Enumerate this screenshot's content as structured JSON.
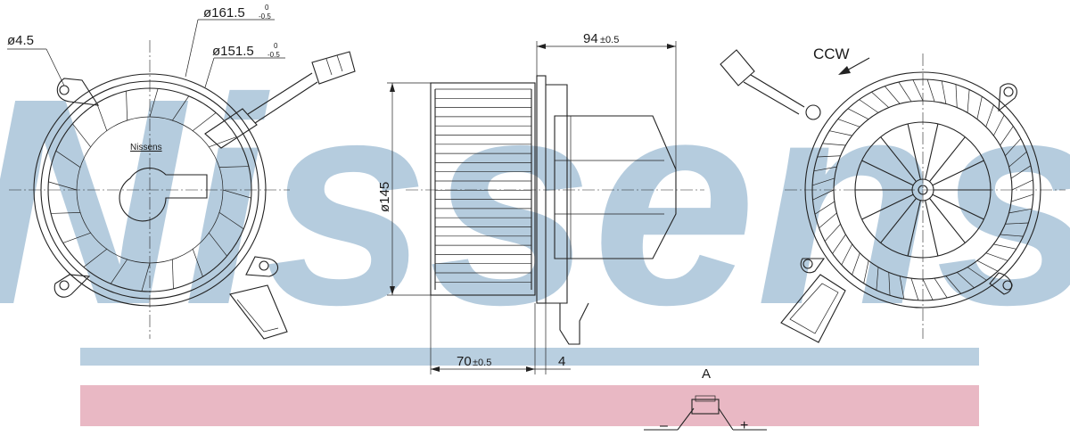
{
  "watermark": {
    "text": "Nissens",
    "color": "#a9c4d9",
    "band_top_color": "#b9cfe0",
    "band_bottom_color": "#e9b8c4"
  },
  "front_view": {
    "hole_dia": "ø4.5",
    "outer_dia": "ø161.5",
    "outer_tol_upper": "0",
    "outer_tol_lower": "-0.5",
    "inner_dia": "ø151.5",
    "inner_tol_upper": "0",
    "inner_tol_lower": "-0.5",
    "brand_label": "Nissens"
  },
  "side_view": {
    "depth_total": "94",
    "depth_total_tol": "±0.5",
    "wheel_dia": "ø145",
    "wheel_width": "70",
    "wheel_width_tol": "±0.5",
    "flange_offset": "4"
  },
  "rear_view": {
    "rotation": "CCW"
  },
  "connector": {
    "view_label": "A",
    "minus": "–",
    "plus": "+"
  }
}
